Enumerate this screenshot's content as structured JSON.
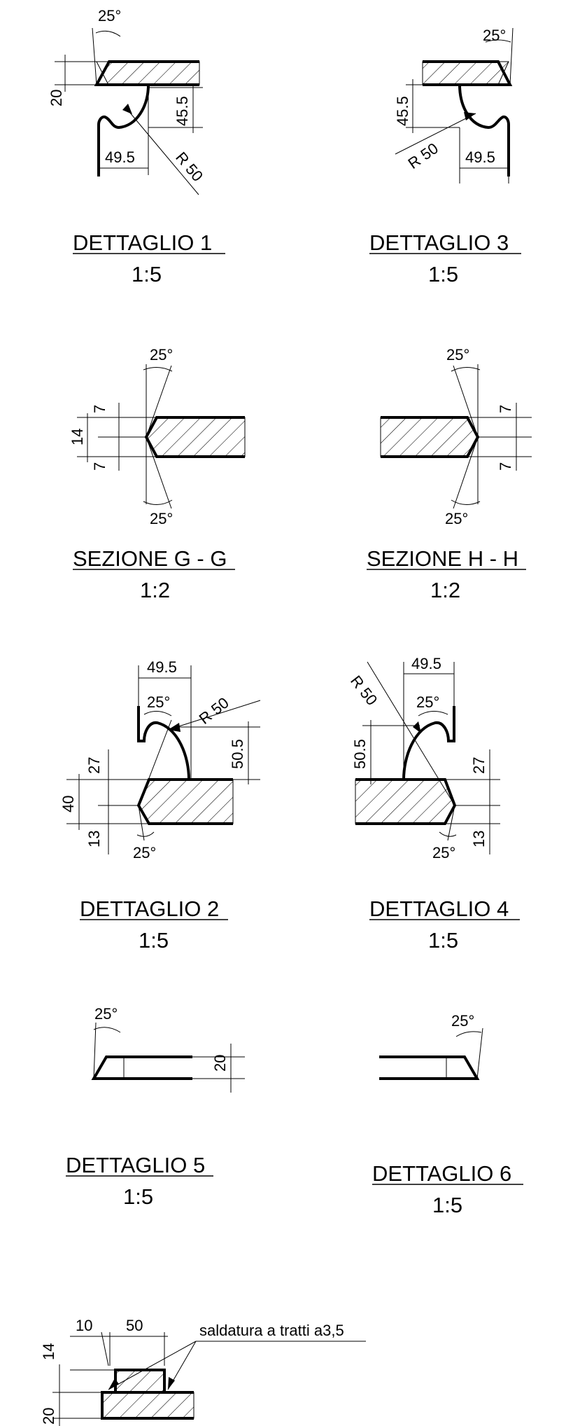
{
  "d1": {
    "title": "DETTAGLIO 1",
    "scale": "1:5",
    "angle": "25°",
    "thk": "20",
    "h": "45.5",
    "w": "49.5",
    "r": "R 50"
  },
  "d3": {
    "title": "DETTAGLIO 3",
    "scale": "1:5",
    "angle": "25°",
    "h": "45.5",
    "w": "49.5",
    "r": "R 50"
  },
  "sgg": {
    "title": "SEZIONE G - G",
    "scale": "1:2",
    "angle_top": "25°",
    "angle_bot": "25°",
    "a": "7",
    "b": "14",
    "c": "7"
  },
  "shh": {
    "title": "SEZIONE H - H",
    "scale": "1:2",
    "angle_top": "25°",
    "angle_bot": "25°",
    "a": "7",
    "b": "7"
  },
  "d2": {
    "title": "DETTAGLIO 2",
    "scale": "1:5",
    "w": "49.5",
    "angle_top": "25°",
    "angle_bot": "25°",
    "r": "R 50",
    "h": "50.5",
    "a": "27",
    "total": "40",
    "b": "13"
  },
  "d4": {
    "title": "DETTAGLIO 4",
    "scale": "1:5",
    "w": "49.5",
    "angle_top": "25°",
    "angle_bot": "25°",
    "r": "R 50",
    "h": "50.5",
    "a": "27",
    "b": "13"
  },
  "d5": {
    "title": "DETTAGLIO 5",
    "scale": "1:5",
    "angle": "25°",
    "thk": "20"
  },
  "d6": {
    "title": "DETTAGLIO 6",
    "scale": "1:5",
    "angle": "25°"
  },
  "weld": {
    "a": "10",
    "b": "50",
    "note": "saldatura a tratti a3,5",
    "c": "14",
    "d": "20"
  }
}
